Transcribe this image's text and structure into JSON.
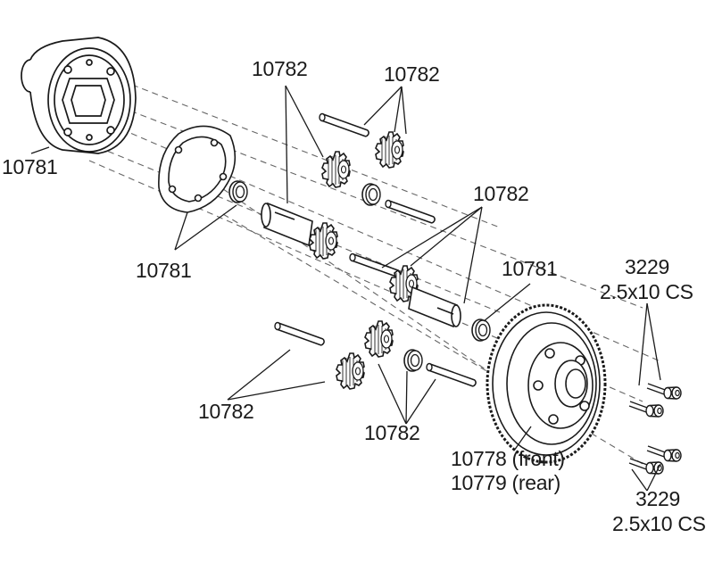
{
  "diagram": {
    "colors": {
      "line": "#1a1a1a",
      "fill": "#ffffff",
      "dash": "#666666"
    },
    "labels": {
      "diff_case": "10781",
      "diff_cover": "10781",
      "gear_a": "10782",
      "gear_b": "10782",
      "gear_mid": "10782",
      "gear_low_left": "10782",
      "gear_low_mid": "10782",
      "bushing": "10781",
      "ring_front": "10778 (front)",
      "ring_rear": "10779 (rear)",
      "screw_top_part": "3229",
      "screw_top_size": "2.5x10 CS",
      "screw_bottom_part": "3229",
      "screw_bottom_size": "2.5x10 CS"
    }
  }
}
